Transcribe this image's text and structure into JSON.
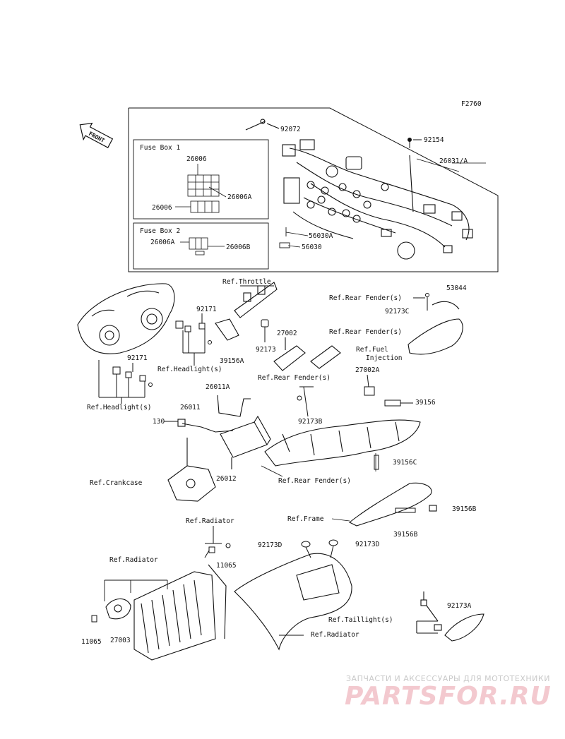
{
  "diagram_id": "F2760",
  "front_label": "FRONT",
  "fuse_box_1": {
    "title": "Fuse Box 1",
    "parts": [
      "26006",
      "26006A",
      "26006"
    ]
  },
  "fuse_box_2": {
    "title": "Fuse Box 2",
    "parts": [
      "26006A",
      "26006B"
    ]
  },
  "callouts": {
    "p92072": "92072",
    "p92154": "92154",
    "p26031A": "26031/A",
    "p56030A": "56030A",
    "p56030": "56030",
    "p53044": "53044",
    "ref_throttle": "Ref.Throttle",
    "p92171a": "92171",
    "p39156A": "39156A",
    "p92173": "92173",
    "p27002": "27002",
    "ref_rear_fender_1": "Ref.Rear Fender(s)",
    "p92173C": "92173C",
    "ref_rear_fender_2": "Ref.Rear Fender(s)",
    "ref_fuel_injection_1": "Ref.Fuel",
    "ref_fuel_injection_2": "Injection",
    "p92171b": "92171",
    "ref_headlight_1": "Ref.Headlight(s)",
    "ref_rear_fender_3": "Ref.Rear Fender(s)",
    "p27002A": "27002A",
    "ref_headlight_2": "Ref.Headlight(s)",
    "p26011A": "26011A",
    "p26011": "26011",
    "p130": "130",
    "p39156": "39156",
    "p92173B": "92173B",
    "p39156C": "39156C",
    "ref_crankcase": "Ref.Crankcase",
    "p26012": "26012",
    "ref_rear_fender_4": "Ref.Rear Fender(s)",
    "ref_frame": "Ref.Frame",
    "p39156B_a": "39156B",
    "p39156B_b": "39156B",
    "ref_radiator_1": "Ref.Radiator",
    "ref_radiator_2": "Ref.Radiator",
    "p92173D": "92173D",
    "p92173D_b": "92173D",
    "p11065a": "11065",
    "p11065b": "11065",
    "p27003": "27003",
    "p92173A": "92173A",
    "ref_taillight": "Ref.Taillight(s)",
    "ref_radiator_3": "Ref.Radiator"
  },
  "watermark": {
    "subtitle": "ЗАПЧАСТИ И АКСЕССУАРЫ ДЛЯ МОТОТЕХНИКИ",
    "logo": "PARTSFOR.RU"
  }
}
